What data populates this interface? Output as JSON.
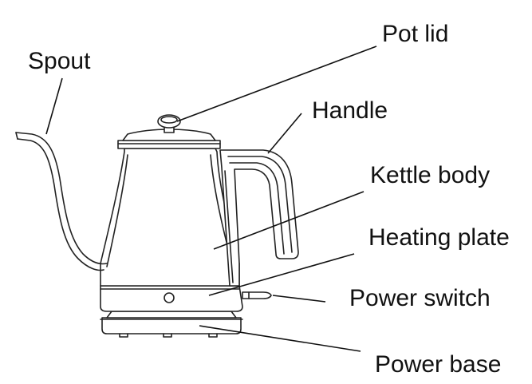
{
  "labels": {
    "pot_lid": "Pot lid",
    "spout": "Spout",
    "handle": "Handle",
    "kettle_body": "Kettle body",
    "heating_plate": "Heating plate",
    "power_switch": "Power switch",
    "power_base": "Power base"
  }
}
